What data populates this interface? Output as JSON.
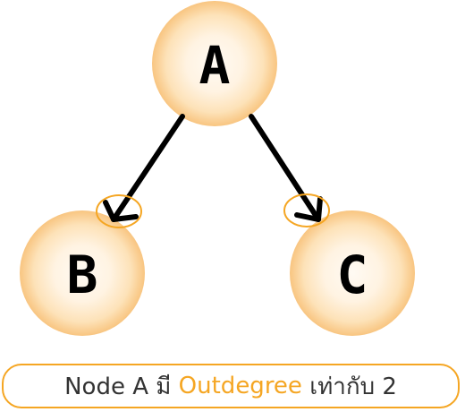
{
  "nodes": {
    "a": "A",
    "b": "B",
    "c": "C"
  },
  "edges": [
    {
      "from": "A",
      "to": "B"
    },
    {
      "from": "A",
      "to": "C"
    }
  ],
  "caption": {
    "prefix": "Node A มี",
    "highlight": "Outdegree",
    "suffix": "เท่ากับ 2"
  },
  "colors": {
    "node_glow": "#f8c27a",
    "node_core": "#fff6e9",
    "highlight": "#f5a623",
    "arrow": "#000000",
    "text": "#333333"
  }
}
